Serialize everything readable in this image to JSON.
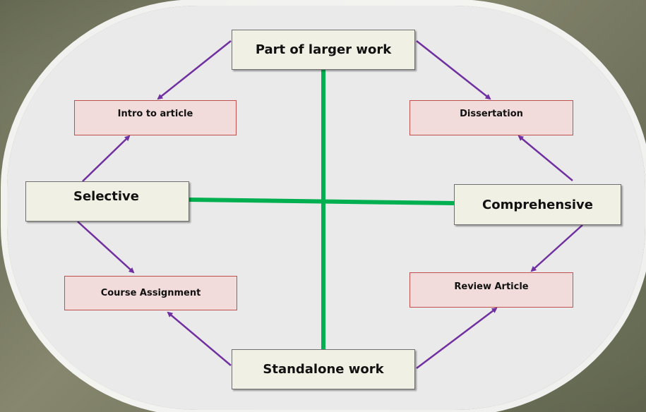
{
  "diagram": {
    "axes": {
      "top": "Part of larger work",
      "bottom": "Standalone work",
      "left": "Selective",
      "right": "Comprehensive"
    },
    "types": {
      "top_left": "Intro to article",
      "top_right": "Dissertation",
      "bottom_left": "Course Assignment",
      "bottom_right": "Review Article"
    },
    "colors": {
      "axis_line": "#00b050",
      "arrow": "#7030a0",
      "main_box_fill": "#f1f0e4",
      "sub_box_fill": "#f2dcdb",
      "sub_box_border": "#c0504d",
      "panel": "#eaeaea"
    }
  }
}
